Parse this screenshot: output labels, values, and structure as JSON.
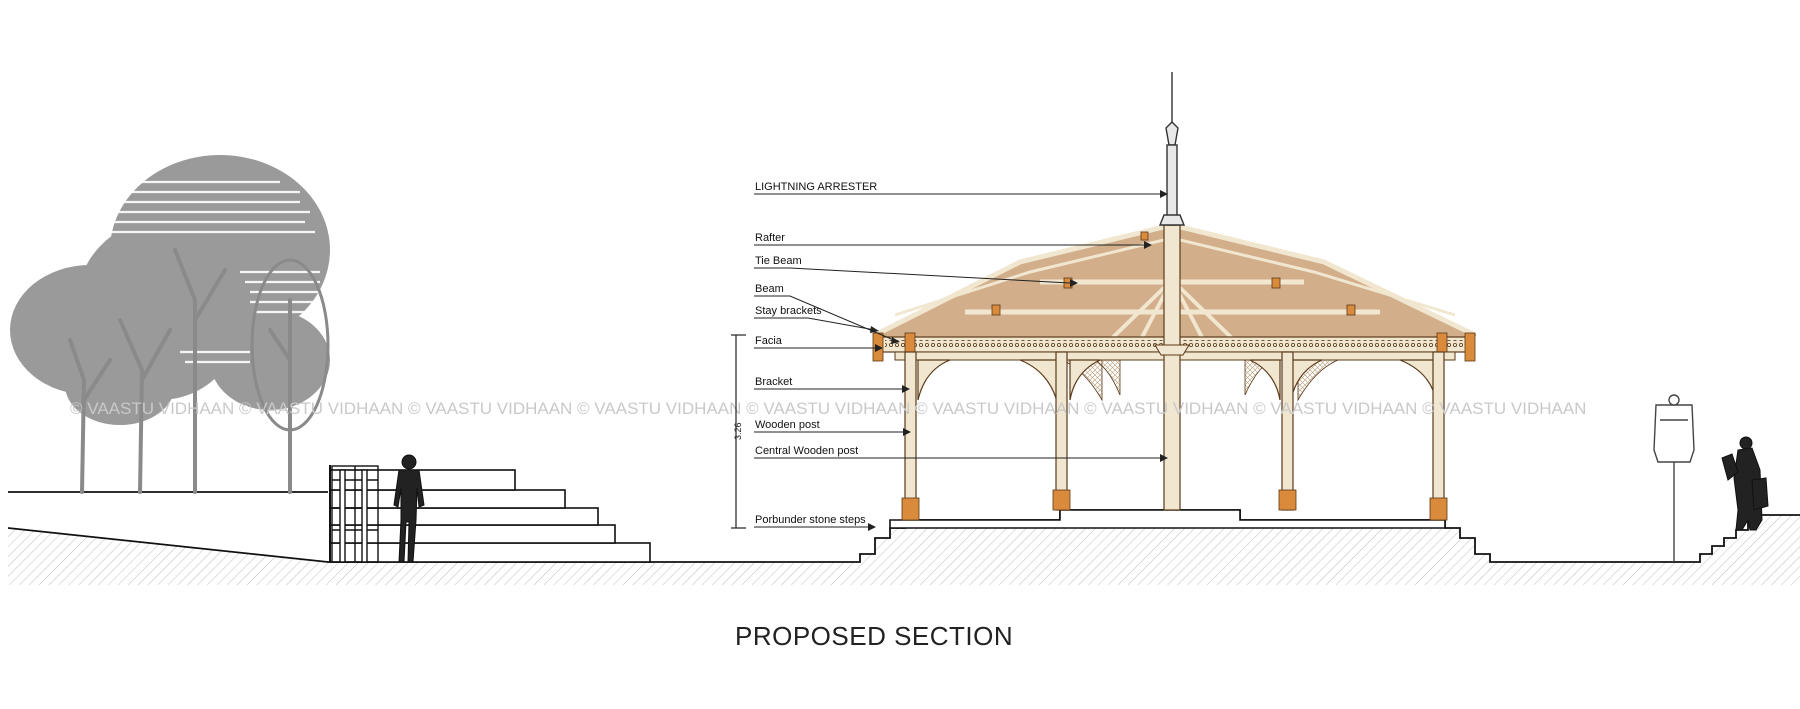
{
  "caption": "PROPOSED SECTION",
  "watermark": "© VAASTU VIDHAAN © VAASTU VIDHAAN © VAASTU VIDHAAN © VAASTU VIDHAAN © VAASTU VIDHAAN © VAASTU VIDHAAN © VAASTU VIDHAAN © VAASTU VIDHAAN © VAASTU VIDHAAN",
  "dimension": "3.26",
  "labels": {
    "lightning_arrester": "LIGHTNING ARRESTER",
    "rafter": "Rafter",
    "tie_beam": "Tie Beam",
    "beam": "Beam",
    "stay_brackets": "Stay brackets",
    "facia": "Facia",
    "bracket": "Bracket",
    "wooden_post": "Wooden post",
    "central_wooden_post": "Central Wooden post",
    "porbunder_stone_steps": "Porbunder stone steps"
  },
  "colors": {
    "roof_fill": "#d2ae8a",
    "timber_light": "#f1e6cf",
    "timber_accent": "#d98a3a",
    "ink": "#111111",
    "tree_gray": "#9a9a9a",
    "watermark": "#c9c9c9"
  }
}
